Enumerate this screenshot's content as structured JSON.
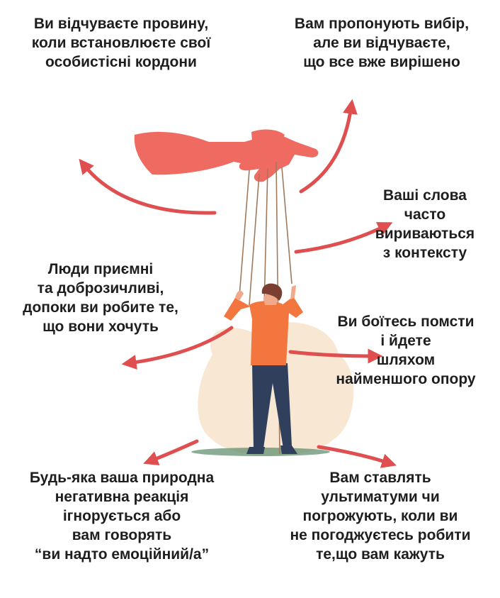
{
  "colors": {
    "arrow": "#e04f4f",
    "hand": "#ef6b62",
    "shirt": "#f2763e",
    "pants": "#2f3f5c",
    "skin": "#f0a98a",
    "hair": "#7b3f32",
    "blob": "#f8e7d2",
    "ground": "#5a8a6a",
    "text": "#1e1e1e"
  },
  "captions": {
    "top_left": [
      "Ви відчуваєте провину,",
      "коли встановлюєте свої",
      "особистісні кордони"
    ],
    "top_right": [
      "Вам пропонують вибір,",
      "але ви відчуваєте,",
      "що все вже вирішено"
    ],
    "mid_right_1": [
      "Ваші слова",
      "часто",
      "вириваються",
      "з контексту"
    ],
    "mid_left": [
      "Люди приємні",
      "та доброзичливі,",
      "допоки ви робите те,",
      "що вони хочуть"
    ],
    "mid_right_2": [
      "Ви боїтесь помсти",
      "і йдете",
      "шляхом",
      "найменшого опору"
    ],
    "bottom_left": [
      "Будь-яка ваша природна",
      "негативна реакція",
      "ігнорується або",
      "вам говорять",
      "“ви надто емоційний/а”"
    ],
    "bottom_right": [
      "Вам ставлять",
      "ультиматуми чи",
      "погрожують, коли ви",
      "не погоджуєтесь робити",
      "те,що вам кажуть"
    ]
  }
}
